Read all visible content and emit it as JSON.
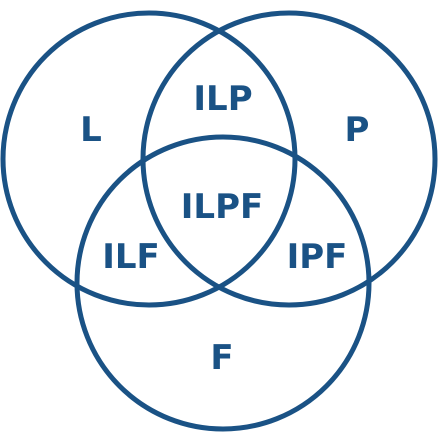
{
  "diagram": {
    "colors": {
      "stroke": "#1a5285",
      "text": "#1a5285",
      "background": "#ffffff"
    },
    "circles": [
      "L",
      "P",
      "F"
    ],
    "regions": {
      "L": "L",
      "P": "P",
      "F": "F",
      "ILP": "ILP",
      "ILF": "ILF",
      "IPF": "IPF",
      "ILPF": "ILPF"
    }
  }
}
